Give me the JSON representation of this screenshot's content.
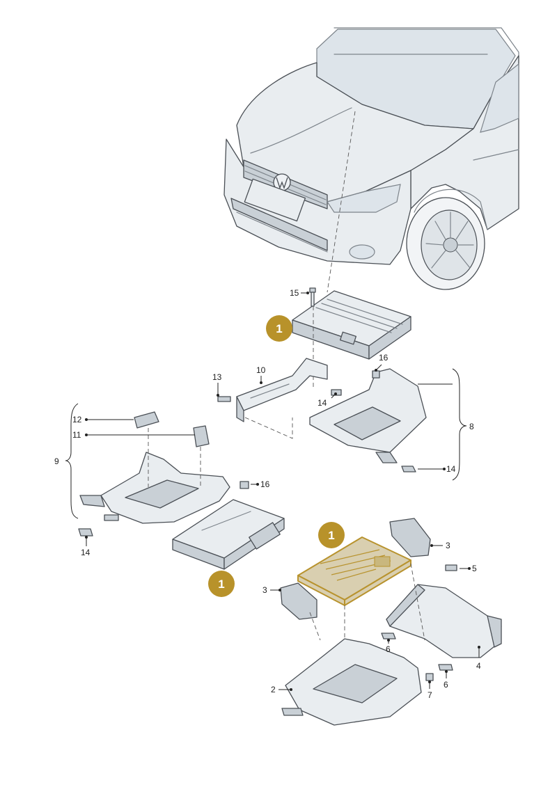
{
  "diagram": {
    "badges": [
      "1",
      "1",
      "1"
    ],
    "callouts": {
      "n15": "15",
      "n16a": "16",
      "n13": "13",
      "n10": "10",
      "n14a": "14",
      "n8": "8",
      "n14b": "14",
      "n12": "12",
      "n11": "11",
      "n9": "9",
      "n16b": "16",
      "n14c": "14",
      "n3a": "3",
      "n5": "5",
      "n3b": "3",
      "n6a": "6",
      "n4": "4",
      "n2": "2",
      "n7": "7",
      "n6b": "6"
    },
    "colors": {
      "badge": "#b8922a",
      "highlight_fill": "#d9cfb0",
      "highlight_stroke": "#b8932e"
    }
  }
}
